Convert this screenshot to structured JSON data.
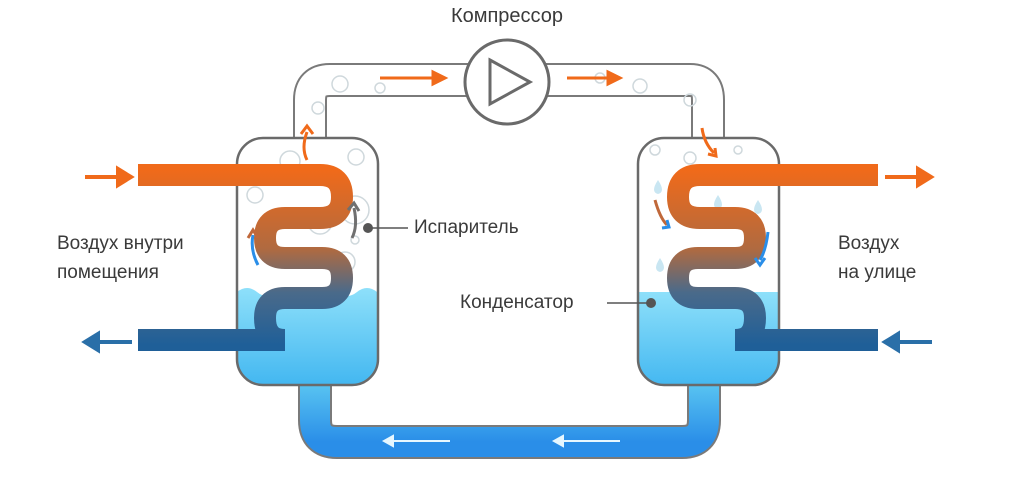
{
  "title": "Компрессор",
  "labels": {
    "indoor_line1": "Воздух внутри",
    "indoor_line2": "помещения",
    "outdoor_line1": "Воздух",
    "outdoor_line2": "на улице",
    "evaporator": "Испаритель",
    "condenser": "Конденсатор"
  },
  "colors": {
    "hot": "#f06a1a",
    "cold": "#2a6fa8",
    "water": "#5cc8f2",
    "outline": "#7a7a7a"
  }
}
